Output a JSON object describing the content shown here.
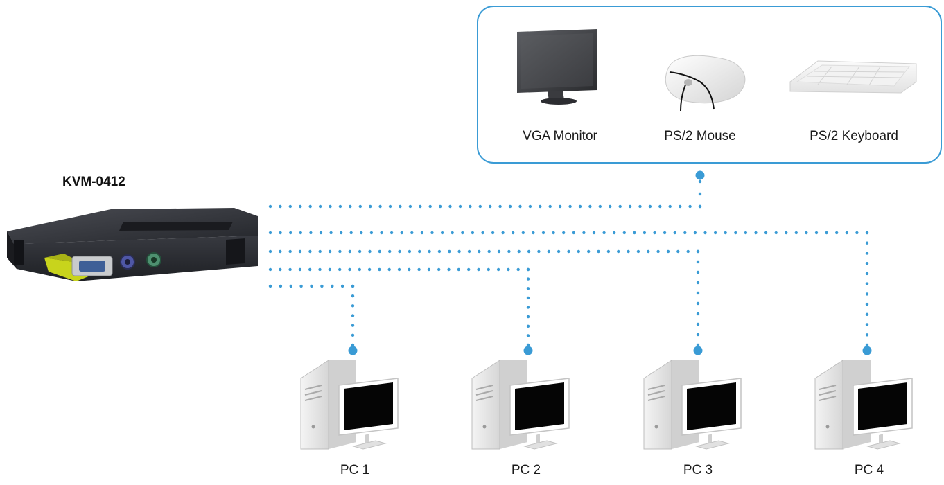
{
  "device": {
    "name": "KVM-0412"
  },
  "peripherals": [
    {
      "label": "VGA Monitor",
      "icon": "monitor-icon"
    },
    {
      "label": "PS/2 Mouse",
      "icon": "mouse-icon"
    },
    {
      "label": "PS/2 Keyboard",
      "icon": "keyboard-icon"
    }
  ],
  "computers": [
    {
      "label": "PC 1",
      "icon": "pc-icon"
    },
    {
      "label": "PC 2",
      "icon": "pc-icon"
    },
    {
      "label": "PC 3",
      "icon": "pc-icon"
    },
    {
      "label": "PC 4",
      "icon": "pc-icon"
    }
  ],
  "colors": {
    "connector": "#3a9bd5",
    "device_body": "#2f3138",
    "device_accent": "#c8d41c"
  }
}
